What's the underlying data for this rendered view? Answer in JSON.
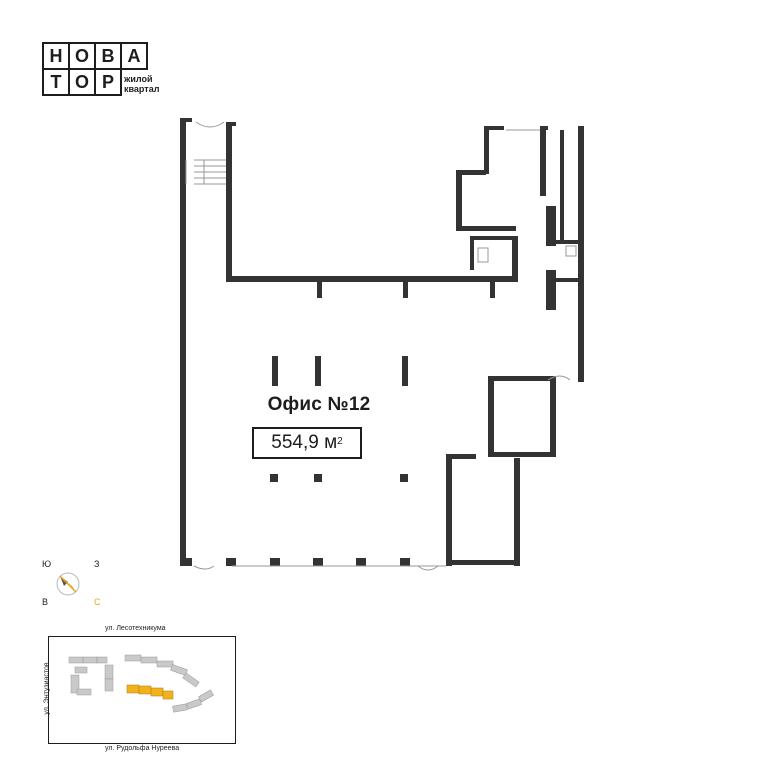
{
  "logo": {
    "letters_row1": [
      "Н",
      "О",
      "В",
      "А"
    ],
    "letters_row2": [
      "Т",
      "О",
      "Р"
    ],
    "subtitle": "жилой\nквартал"
  },
  "office": {
    "name": "Офис №12",
    "area_value": "554,9 м",
    "area_unit_sup": "2"
  },
  "compass": {
    "west": "Ю",
    "north": "З",
    "south": "В",
    "east": "С",
    "accent": "#e8a317"
  },
  "minimap": {
    "street_top": "ул. Лесотехникума",
    "street_left": "ул. Энтузиастов",
    "street_bottom": "ул. Рудольфа Нуреева",
    "highlight_color": "#f2b21e",
    "building_color": "#c9c9c9"
  },
  "colors": {
    "wall": "#333333",
    "line": "#999999"
  }
}
